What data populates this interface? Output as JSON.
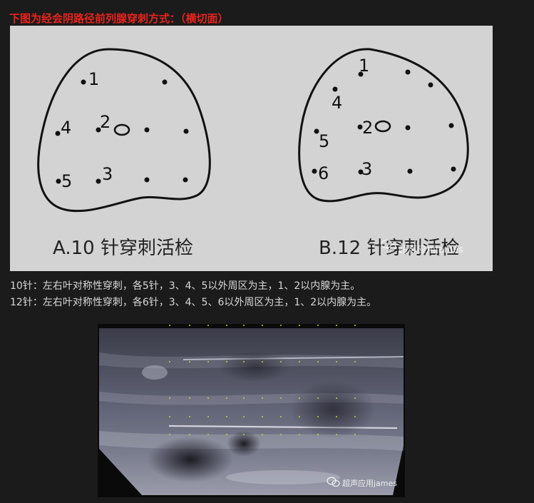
{
  "heading": "下图为经会阴路径前列腺穿刺方式：（横切面）",
  "diagram": {
    "a_caption": "A.10 针穿刺活检",
    "b_caption": "B.12 针穿刺活检",
    "a_markers": [
      "1",
      "2",
      "3",
      "4",
      "5"
    ],
    "b_markers": [
      "1",
      "2",
      "3",
      "4",
      "5",
      "6"
    ],
    "watermark": "超声应用james"
  },
  "notes": [
    "10针：左右叶对称性穿刺，各5针，3、4、5以外周区为主，1、2以内腺为主。",
    "12针：左右叶对称性穿刺，各6针，3、4、5、6以外周区为主，1、2以内腺为主。"
  ],
  "ultrasound": {
    "watermark": "超声应用james"
  }
}
